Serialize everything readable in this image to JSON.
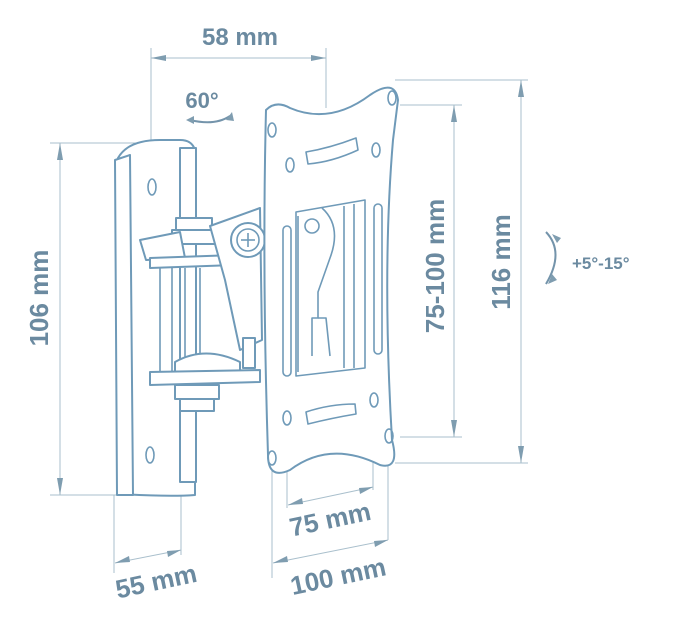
{
  "diagram": {
    "subject": "TV wall mount bracket technical drawing",
    "colors": {
      "line": "#6f9ab8",
      "text": "#6b8aa0",
      "dimension_line": "#a9bfcc",
      "background": "#ffffff"
    },
    "dimensions": {
      "top_width": "58 mm",
      "left_height": "106 mm",
      "vesa_range": "75-100 mm",
      "plate_height": "116 mm",
      "wall_plate_width": "55 mm",
      "vesa_inner": "75 mm",
      "vesa_outer": "100 mm"
    },
    "angles": {
      "swivel": "60°",
      "tilt": "+5°-15°"
    }
  }
}
